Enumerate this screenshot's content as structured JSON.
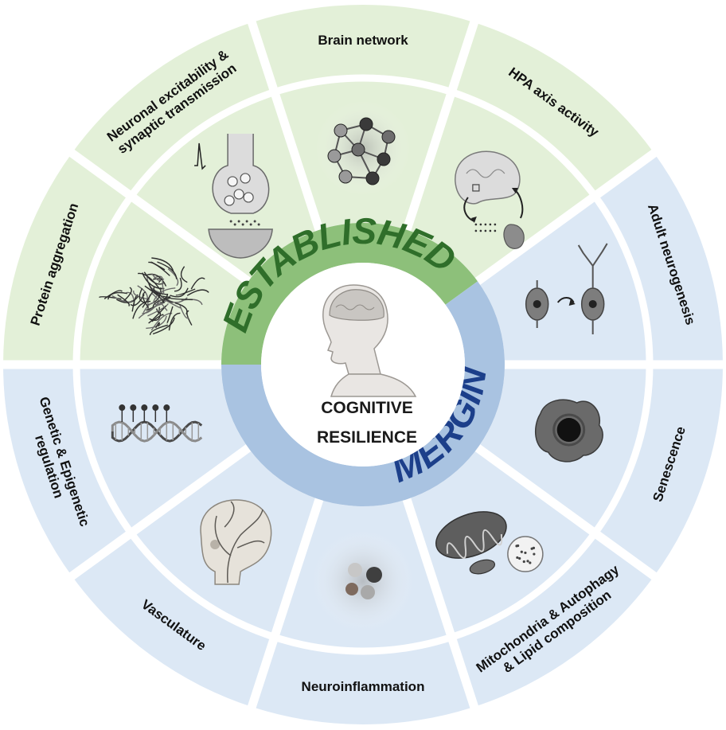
{
  "center": {
    "line1": "COGNITIVE",
    "line2": "RESILIENCE"
  },
  "groups": {
    "established": {
      "label": "ESTABLISHED",
      "color": "#2f6e2a",
      "ring_color": "#8dc07a",
      "fill": "#e3f0d8"
    },
    "emerging": {
      "label": "EMERGING",
      "color": "#1c3f8a",
      "ring_color": "#a9c3e1",
      "fill": "#dce8f5"
    }
  },
  "segments": [
    {
      "id": "brain-network",
      "group": "established",
      "label_lines": [
        "Brain network"
      ],
      "icon": "brain-network-icon"
    },
    {
      "id": "hpa-axis",
      "group": "established",
      "label_lines": [
        "HPA axis activity"
      ],
      "icon": "hpa-axis-icon"
    },
    {
      "id": "adult-neurogenesis",
      "group": "emerging",
      "label_lines": [
        "Adult neurogenesis"
      ],
      "icon": "neurogenesis-icon"
    },
    {
      "id": "senescence",
      "group": "emerging",
      "label_lines": [
        "Senescence"
      ],
      "icon": "senescent-cell-icon"
    },
    {
      "id": "mitochondria",
      "group": "emerging",
      "label_lines": [
        "Mitochondria & Autophagy",
        "& Lipid composition"
      ],
      "icon": "mitochondria-icon"
    },
    {
      "id": "neuroinflammation",
      "group": "emerging",
      "label_lines": [
        "Neuroinflammation"
      ],
      "icon": "microglia-icon"
    },
    {
      "id": "vasculature",
      "group": "emerging",
      "label_lines": [
        "Vasculature"
      ],
      "icon": "vasculature-icon"
    },
    {
      "id": "genetic-epigenetic",
      "group": "emerging",
      "label_lines": [
        "Genetic & Epigenetic",
        "regulation"
      ],
      "icon": "dna-icon"
    },
    {
      "id": "protein-aggregation",
      "group": "established",
      "label_lines": [
        "Protein aggregation"
      ],
      "icon": "protein-aggregate-icon"
    },
    {
      "id": "neuronal-excitability",
      "group": "established",
      "label_lines": [
        "Neuronal excitability &",
        "synaptic transmission"
      ],
      "icon": "synapse-icon"
    }
  ]
}
